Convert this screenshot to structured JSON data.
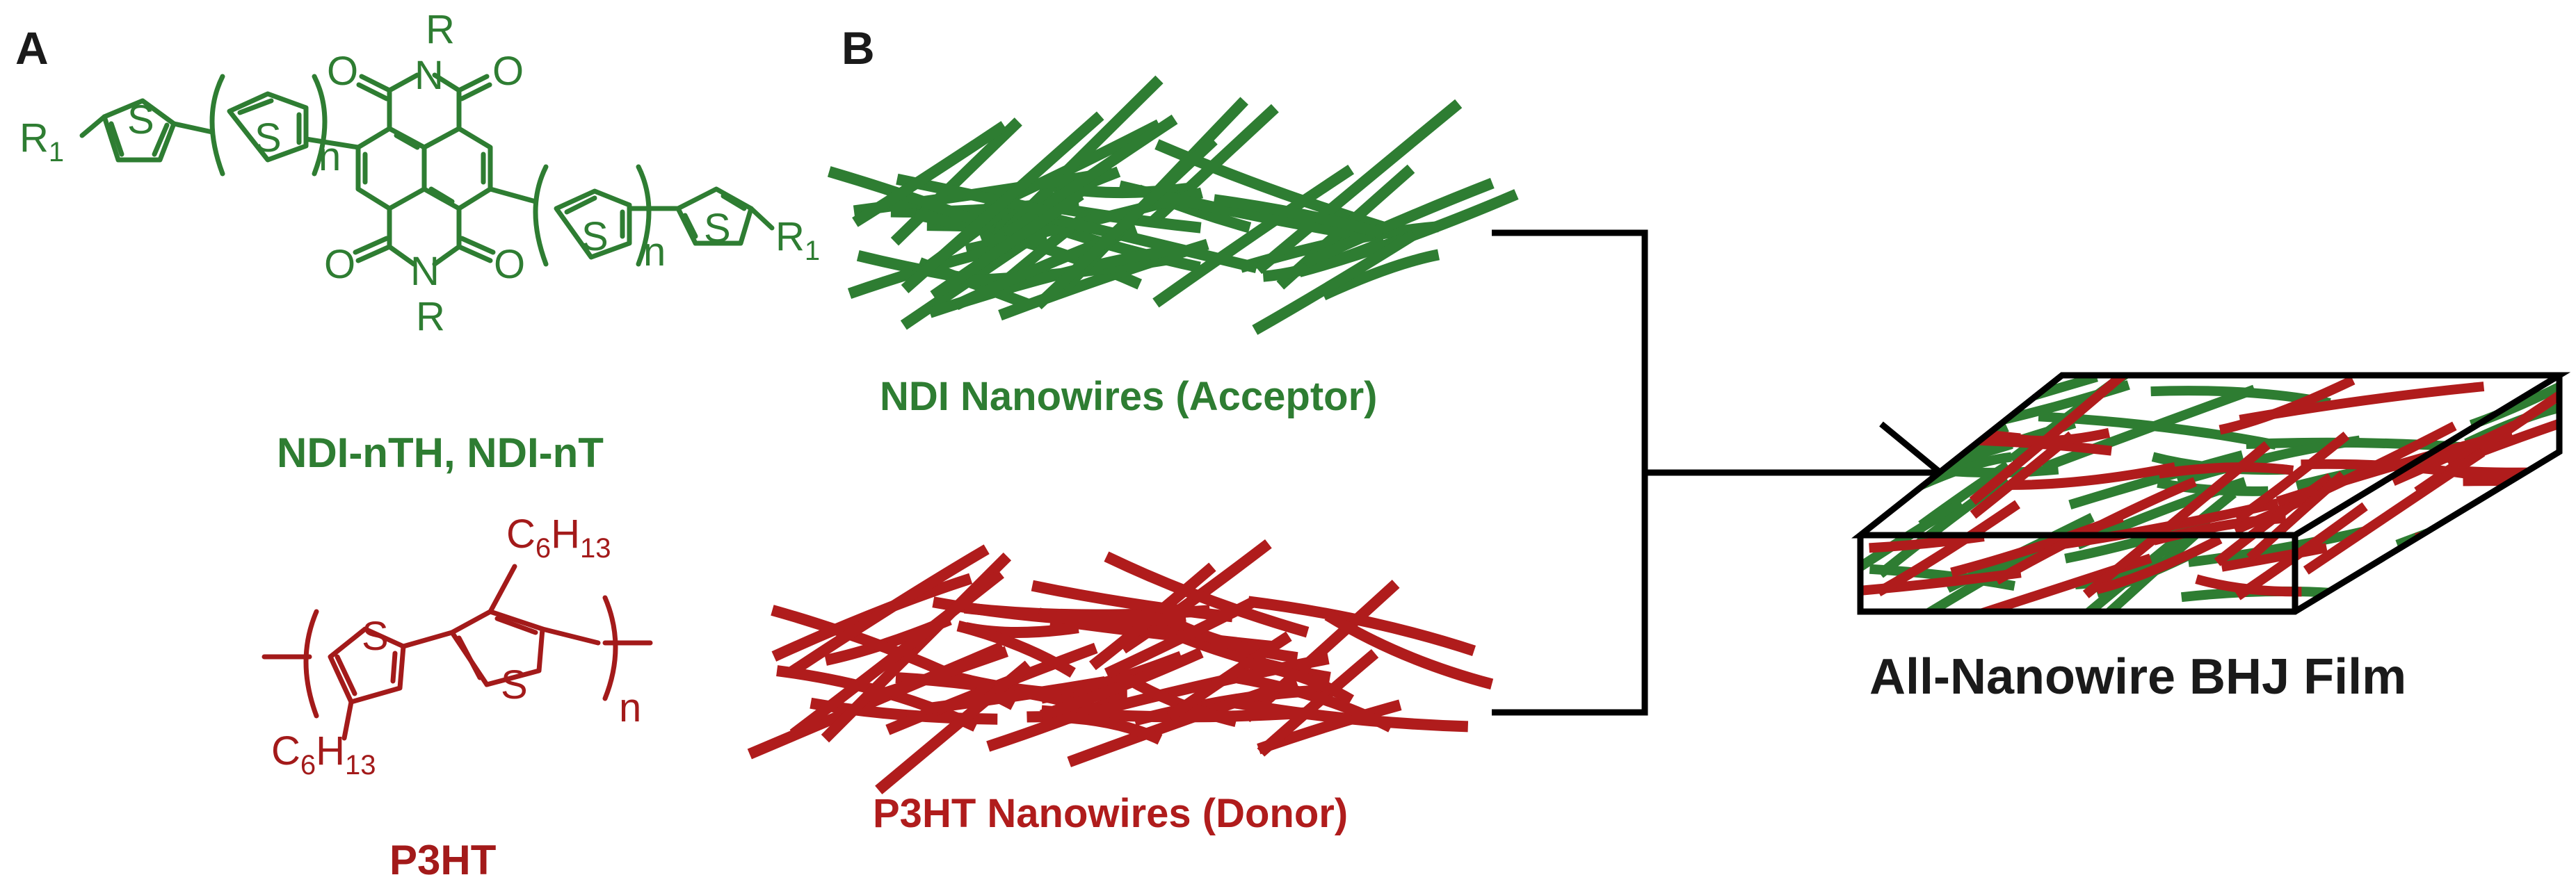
{
  "panels": {
    "a_label": "A",
    "b_label": "B"
  },
  "molecule_ndi": {
    "label": "NDI-nTH, NDI-nT",
    "atoms": {
      "R": "R",
      "N": "N",
      "O": "O",
      "S": "S",
      "R1": "R",
      "R1_sub": "1",
      "n": "n"
    },
    "color": "#2e7d32"
  },
  "molecule_p3ht": {
    "label": "P3HT",
    "atoms": {
      "C": "C",
      "C_sub": "6",
      "H": "H",
      "H_sub": "13",
      "S": "S",
      "n": "n"
    },
    "color": "#a31a1a"
  },
  "nanowires": {
    "acceptor_label": "NDI Nanowires (Acceptor)",
    "donor_label": "P3HT Nanowires (Donor)",
    "acceptor_color": "#2e7d32",
    "donor_color": "#b01c1c"
  },
  "film": {
    "label": "All-Nanowire BHJ Film",
    "label_color": "#1a1a1a"
  }
}
